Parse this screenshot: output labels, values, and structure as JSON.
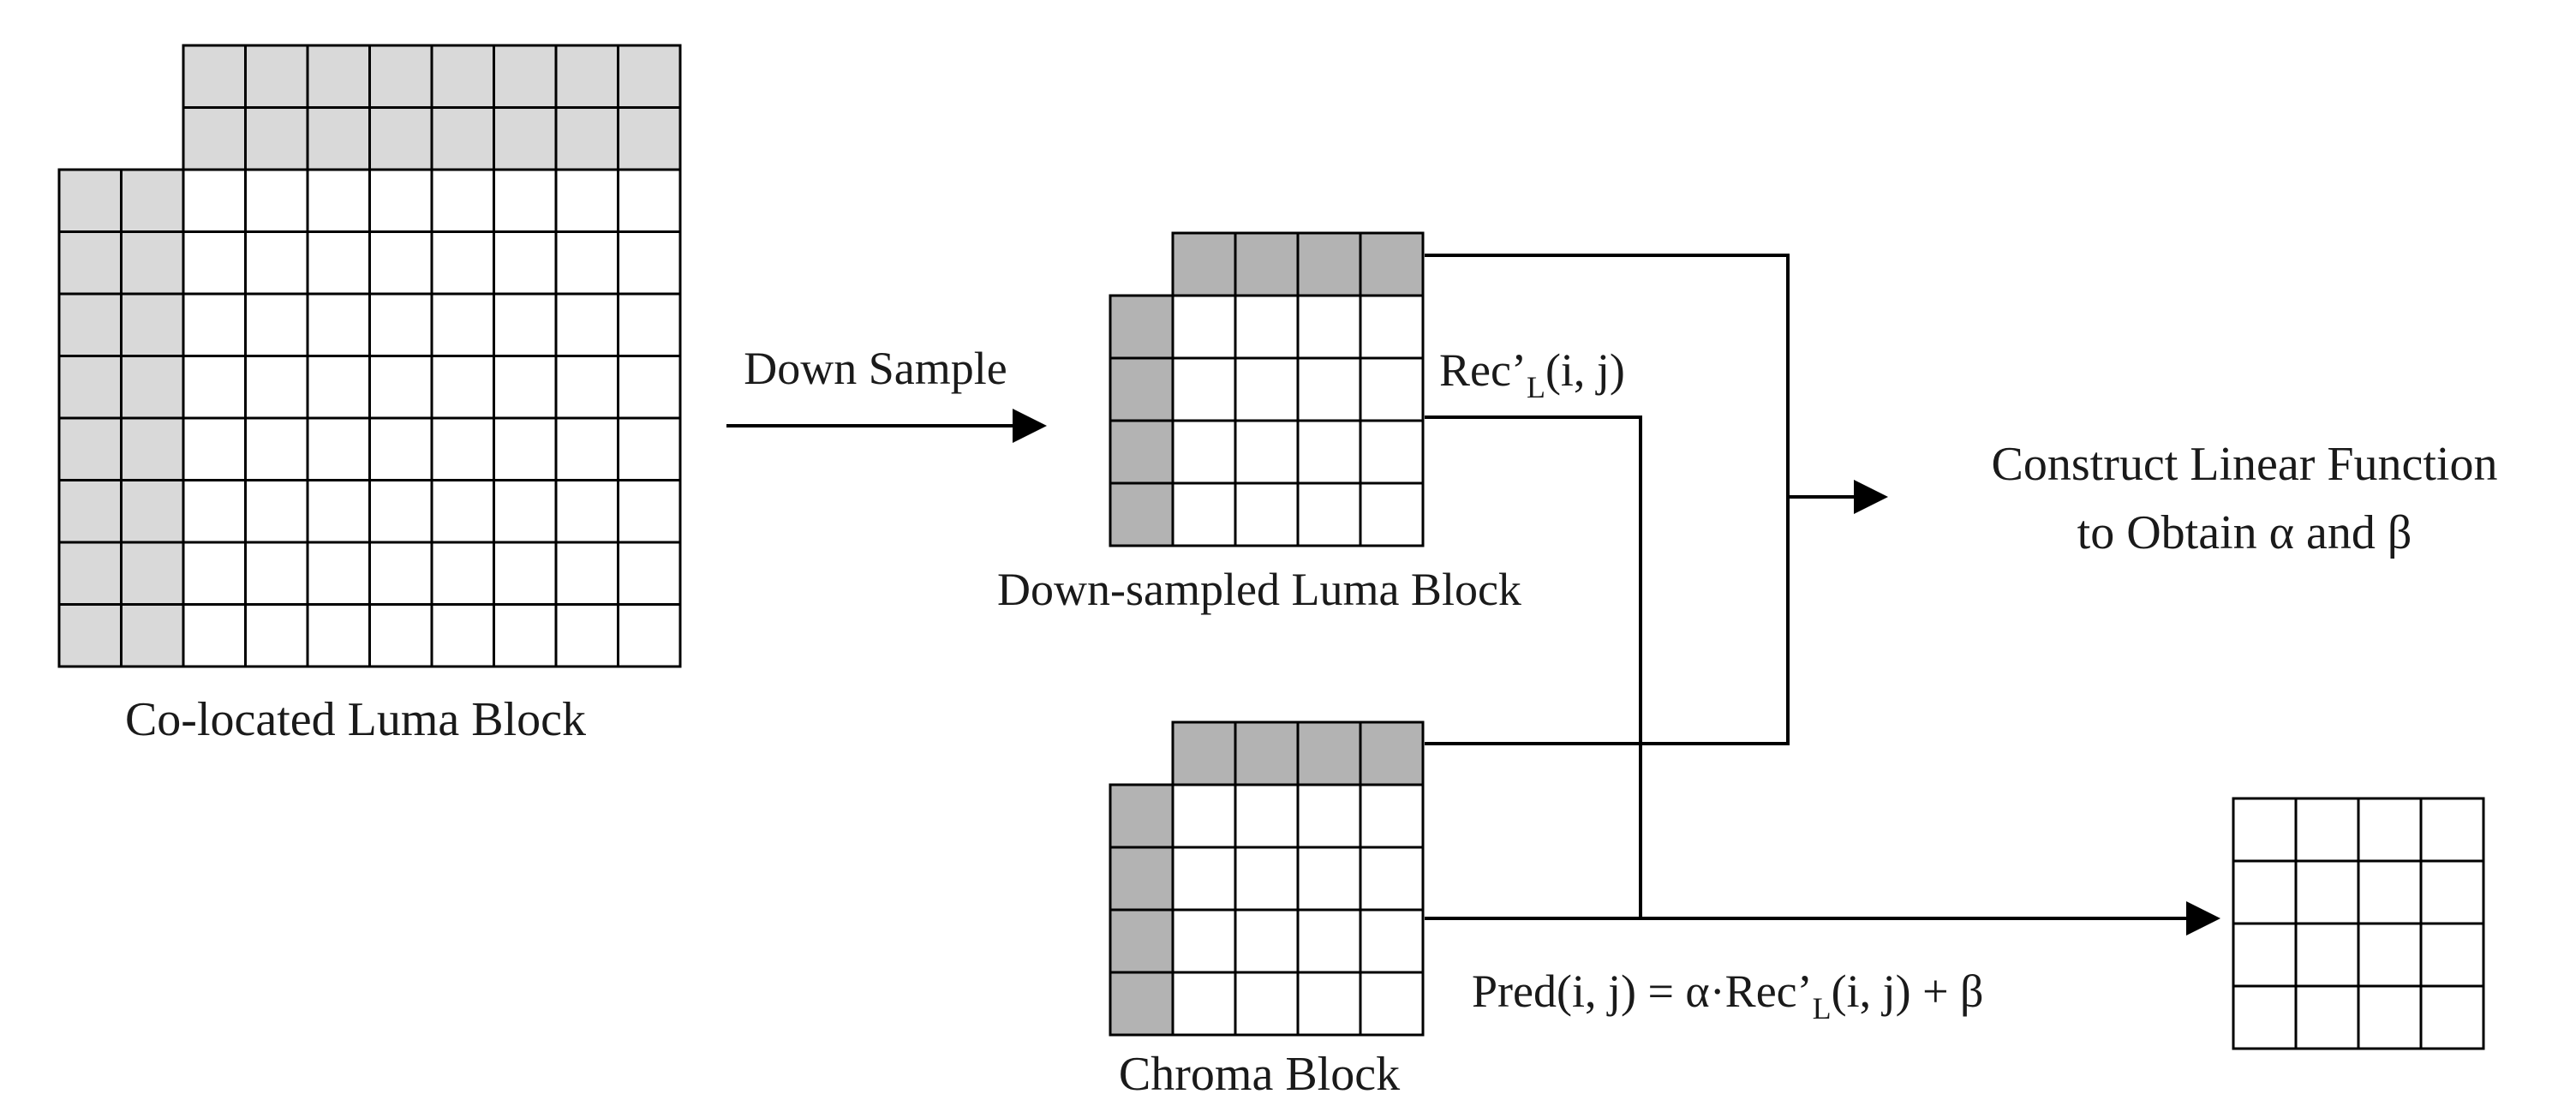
{
  "labels": {
    "colocated_luma": "Co-located Luma Block",
    "down_sample": "Down Sample",
    "downsampled_luma": "Down-sampled Luma Block",
    "rec_prefix": "Rec’",
    "rec_sub": "L",
    "rec_suffix": "(i, j)",
    "construct_line1": "Construct Linear Function",
    "construct_line2": "to Obtain α and β",
    "chroma_block": "Chroma Block",
    "pred_prefix": "Pred(i, j) = α·Rec’",
    "pred_sub": "L",
    "pred_suffix": "(i, j) + β"
  },
  "colors": {
    "neighbor_fill": "#d9d9d9",
    "downsampled_neighbor_fill": "#b3b3b3",
    "cell_fill": "#ffffff",
    "line": "#000000"
  }
}
